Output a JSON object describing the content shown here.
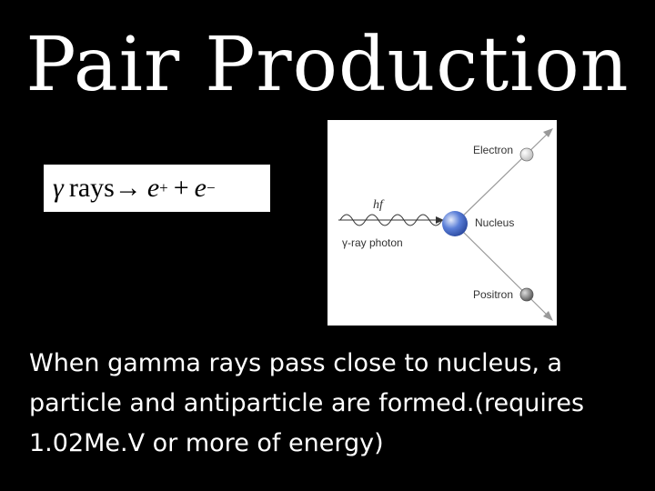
{
  "slide": {
    "title": "Pair Production",
    "equation": {
      "gamma": "γ",
      "rays": "rays",
      "arrow": "→",
      "e1": "e",
      "sup1": "+",
      "plus": "+",
      "e2": "e",
      "sup2": "−"
    },
    "diagram": {
      "hf_label": "hf",
      "photon_label": "γ-ray photon",
      "electron_label": "Electron",
      "nucleus_label": "Nucleus",
      "positron_label": "Positron"
    },
    "body_lines": [
      "When gamma rays pass close to nucleus, a",
      "particle and antiparticle are formed.(requires",
      "1.02Me.V or more of energy)"
    ]
  },
  "colors": {
    "background": "#000000",
    "text": "#ffffff",
    "nucleus": "#5b7fd8",
    "electron": "#dddddd",
    "positron": "#888888"
  }
}
